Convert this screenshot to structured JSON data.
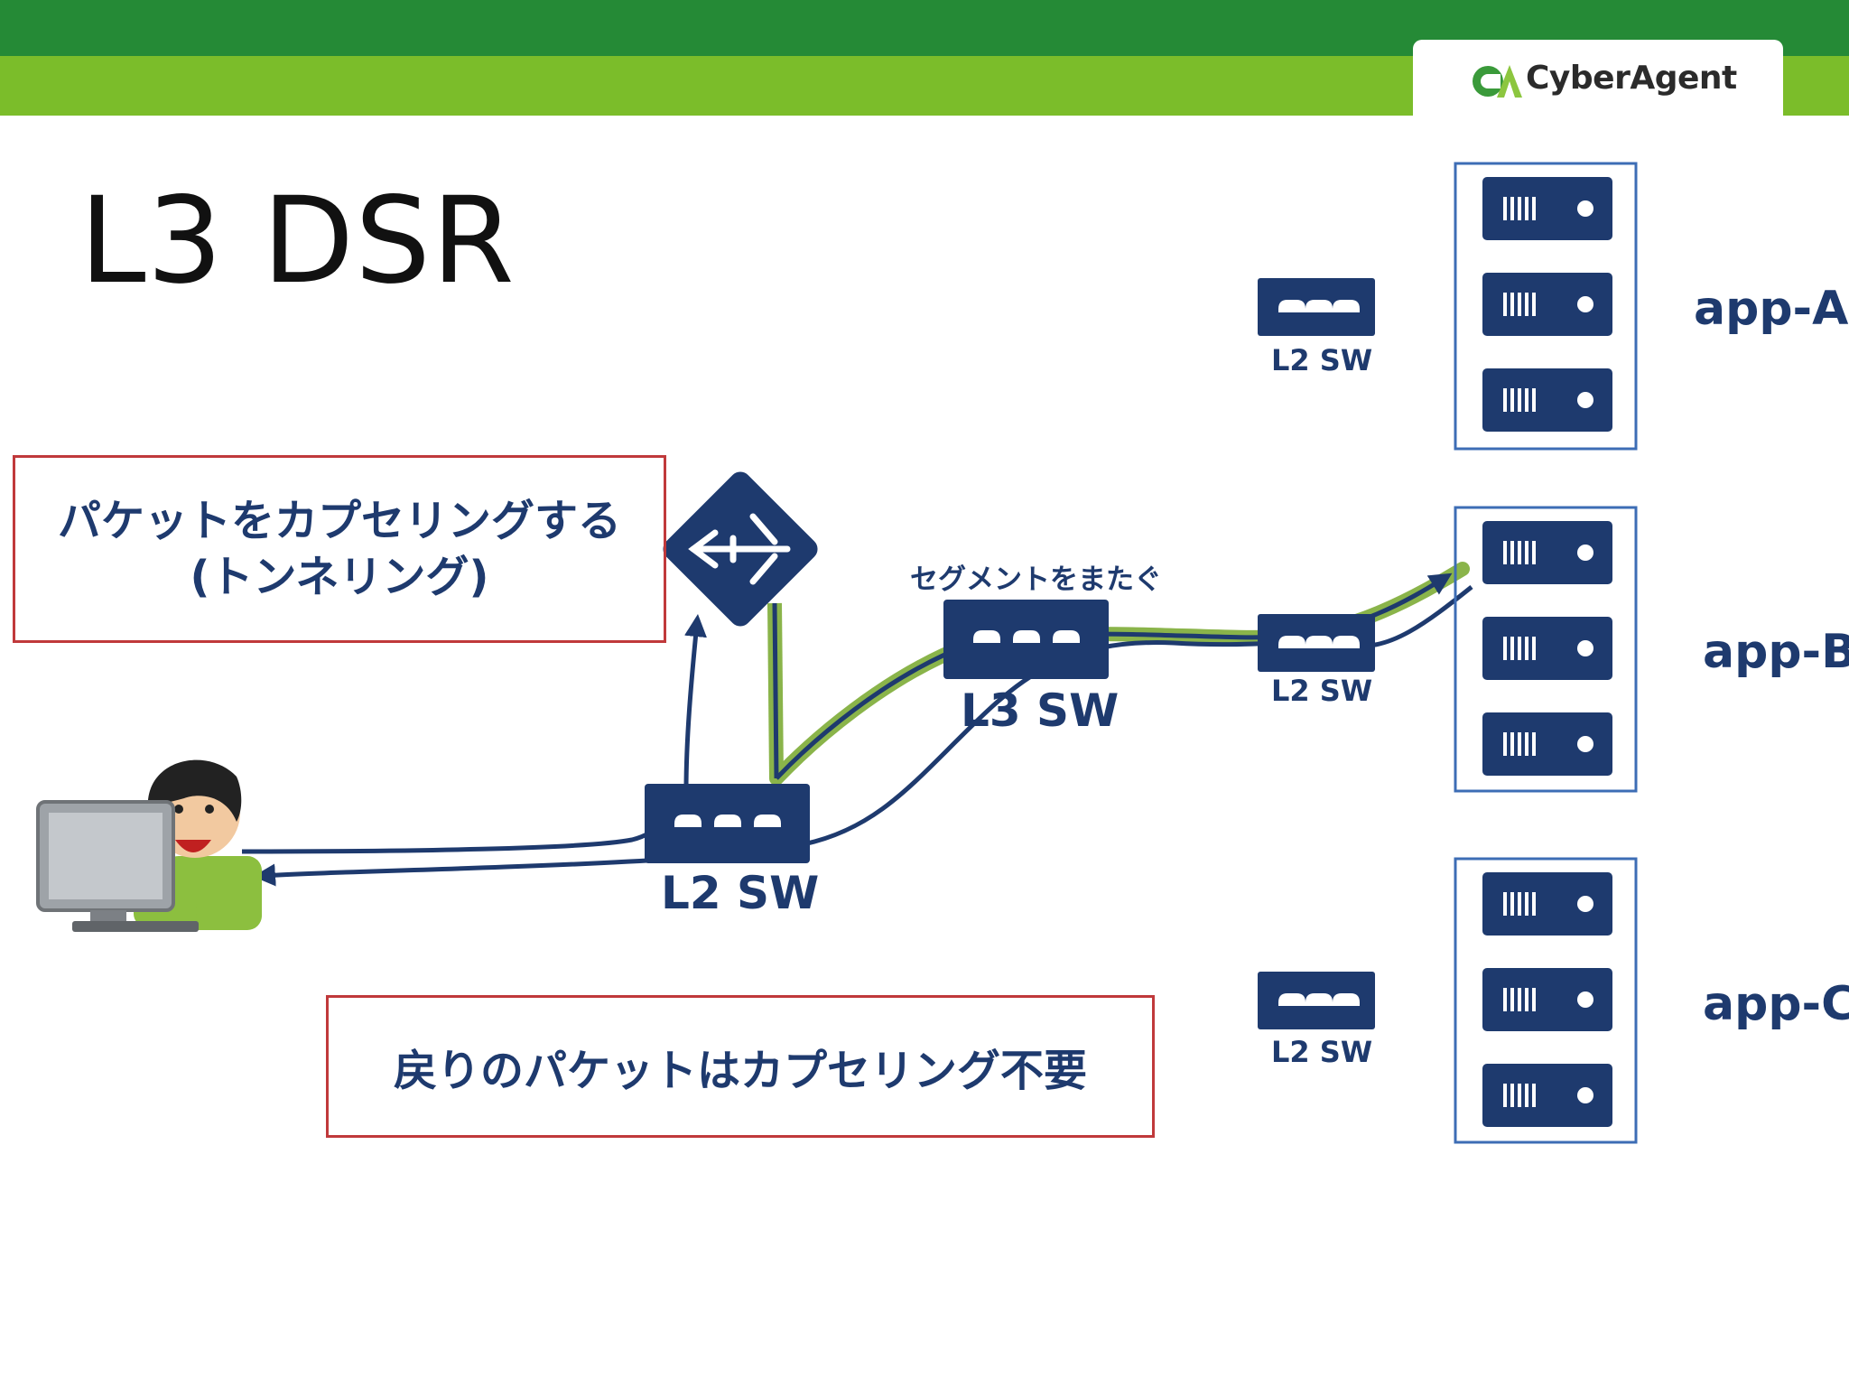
{
  "header": {
    "brand_name": "CyberAgent",
    "colors": {
      "dark_green": "#258a36",
      "light_green": "#7bbd2a"
    }
  },
  "slide": {
    "title": "L3 DSR"
  },
  "callouts": {
    "encapsulate_line1": "パケットをカプセリングする",
    "encapsulate_line2": "(トンネリング)",
    "return_packet": "戻りのパケットはカプセリング不要"
  },
  "labels": {
    "segment_cross": "セグメントをまたぐ",
    "l3_switch": "L3 SW",
    "l2_switch_client": "L2 SW",
    "l2_switch_a": "L2 SW",
    "l2_switch_b": "L2 SW",
    "l2_switch_c": "L2 SW"
  },
  "server_groups": [
    {
      "name": "app-A"
    },
    {
      "name": "app-B"
    },
    {
      "name": "app-C"
    }
  ],
  "icons": [
    "logo-icon",
    "router-icon",
    "l3-switch-icon",
    "l2-switch-icon",
    "server-icon",
    "user-at-computer-icon"
  ],
  "colors": {
    "navy": "#1e3a6e",
    "path_green": "#8ab44a",
    "callout_border": "#c0393b",
    "server_group_border": "#3d6db5"
  }
}
